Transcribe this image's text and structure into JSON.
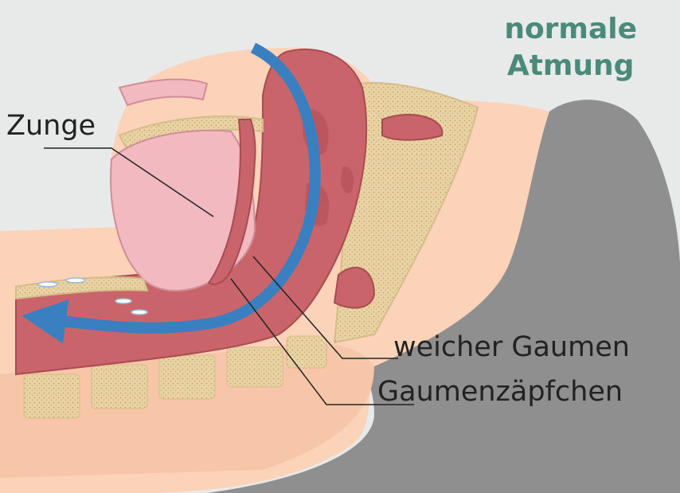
{
  "title": {
    "line1": "normale",
    "line2": "Atmung"
  },
  "labels": {
    "tongue": "Zunge",
    "soft_palate": "weicher Gaumen",
    "uvula": "Gaumenzäpfchen"
  },
  "colors": {
    "background": "#e8eaea",
    "title": "#4a8a78",
    "skin": "#fbd3b9",
    "pillow": "#8f8f8f",
    "tissue": "#c9656a",
    "tongue": "#f2b9c0",
    "bone": "#e9d3a4",
    "airflow_arrow": "#3a7fc0"
  },
  "icons": {
    "airflow": "curved-arrow-icon"
  }
}
